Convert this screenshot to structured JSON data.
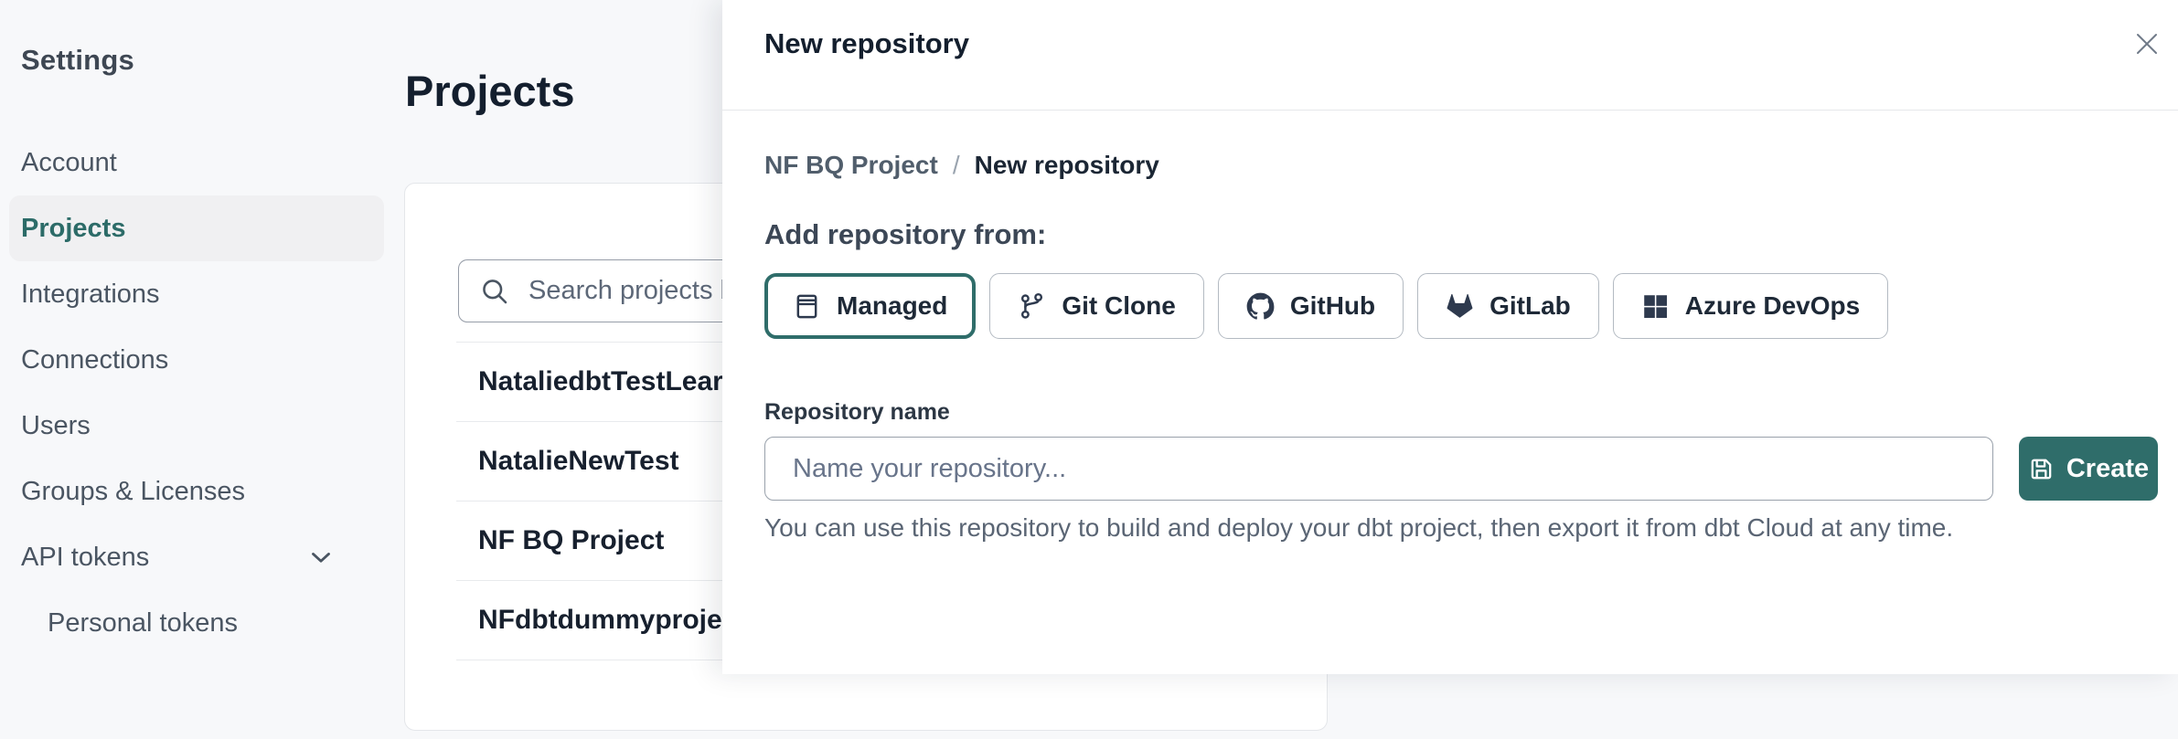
{
  "sidebar": {
    "title": "Settings",
    "items": [
      {
        "label": "Account"
      },
      {
        "label": "Projects"
      },
      {
        "label": "Integrations"
      },
      {
        "label": "Connections"
      },
      {
        "label": "Users"
      },
      {
        "label": "Groups & Licenses"
      },
      {
        "label": "API tokens"
      },
      {
        "label": "Personal tokens"
      }
    ]
  },
  "main": {
    "title": "Projects",
    "search_placeholder": "Search projects by name",
    "projects": [
      "NataliedbtTestLearn T",
      "NatalieNewTest",
      "NF BQ Project",
      "NFdbtdummyproject"
    ]
  },
  "modal": {
    "title": "New repository",
    "breadcrumb": {
      "parent": "NF BQ Project",
      "separator": "/",
      "current": "New repository"
    },
    "heading": "Add repository from:",
    "source_buttons": [
      {
        "label": "Managed",
        "icon": "repo-icon",
        "selected": true
      },
      {
        "label": "Git Clone",
        "icon": "git-branch-icon",
        "selected": false
      },
      {
        "label": "GitHub",
        "icon": "github-icon",
        "selected": false
      },
      {
        "label": "GitLab",
        "icon": "gitlab-icon",
        "selected": false
      },
      {
        "label": "Azure DevOps",
        "icon": "azure-devops-icon",
        "selected": false
      }
    ],
    "repo_name_label": "Repository name",
    "repo_name_placeholder": "Name your repository...",
    "create_label": "Create",
    "helper_text": "You can use this repository to build and deploy your dbt project, then export it from dbt Cloud at any time."
  },
  "colors": {
    "accent_teal": "#2f6d6a",
    "dark_text": "#141f2e",
    "muted_text": "#5a6574",
    "selected_pill_bg": "#f0f0f2"
  }
}
